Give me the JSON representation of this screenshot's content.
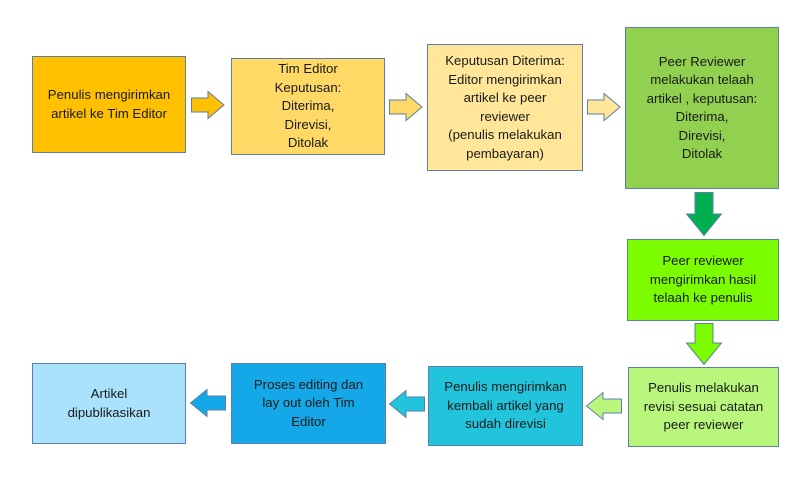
{
  "diagram": {
    "type": "flowchart",
    "language": "id",
    "steps": [
      {
        "id": "submit",
        "text": "Penulis mengirimkan\nartikel ke Tim Editor",
        "fill": "#ffc000"
      },
      {
        "id": "editor-decision",
        "text": "Tim Editor\nKeputusan:\nDiterima,\nDirevisi,\nDitolak",
        "fill": "#ffd966"
      },
      {
        "id": "send-to-reviewer",
        "text": "Keputusan Diterima:\nEditor mengirimkan\nartikel ke peer\nreviewer\n(penulis melakukan\npembayaran)",
        "fill": "#ffe699"
      },
      {
        "id": "peer-review",
        "text": "Peer Reviewer\nmelakukan telaah\nartikel , keputusan:\nDiterima,\nDirevisi,\nDitolak",
        "fill": "#92d050"
      },
      {
        "id": "send-results",
        "text": "Peer reviewer\nmengirimkan hasil\ntelaah ke penulis",
        "fill": "#7cfc00"
      },
      {
        "id": "author-revise",
        "text": "Penulis melakukan\nrevisi sesuai catatan\npeer reviewer",
        "fill": "#b8f77c"
      },
      {
        "id": "resubmit",
        "text": "Penulis mengirimkan\nkembali artikel yang\nsudah direvisi",
        "fill": "#22c4dc"
      },
      {
        "id": "editing-layout",
        "text": "Proses editing dan\nlay out oleh Tim\nEditor",
        "fill": "#14a8e8"
      },
      {
        "id": "published",
        "text": "Artikel\ndipublikasikan",
        "fill": "#aae1fb"
      }
    ],
    "connections": [
      {
        "from": "submit",
        "to": "editor-decision",
        "direction": "right",
        "fill": "#ffc000"
      },
      {
        "from": "editor-decision",
        "to": "send-to-reviewer",
        "direction": "right",
        "fill": "#ffd966"
      },
      {
        "from": "send-to-reviewer",
        "to": "peer-review",
        "direction": "right",
        "fill": "#ffe699"
      },
      {
        "from": "peer-review",
        "to": "send-results",
        "direction": "down",
        "fill": "#00b050"
      },
      {
        "from": "send-results",
        "to": "author-revise",
        "direction": "down",
        "fill": "#7cfc00"
      },
      {
        "from": "author-revise",
        "to": "resubmit",
        "direction": "left",
        "fill": "#b8f77c"
      },
      {
        "from": "resubmit",
        "to": "editing-layout",
        "direction": "left",
        "fill": "#22c4dc"
      },
      {
        "from": "editing-layout",
        "to": "published",
        "direction": "left",
        "fill": "#14a8e8"
      }
    ]
  }
}
